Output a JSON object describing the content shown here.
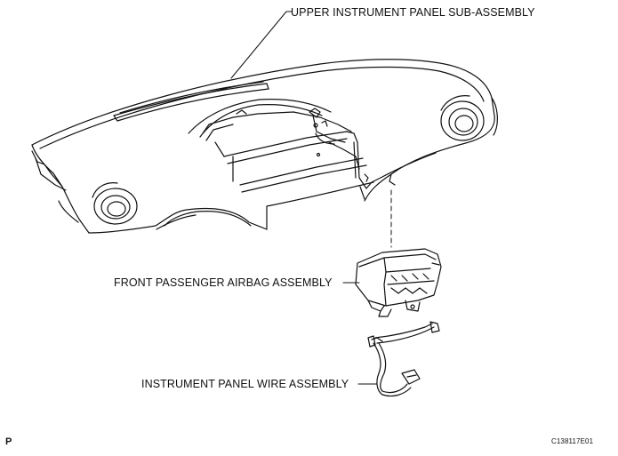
{
  "diagram": {
    "labels": {
      "upper_panel": "UPPER INSTRUMENT PANEL SUB-ASSEMBLY",
      "airbag": "FRONT PASSENGER AIRBAG ASSEMBLY",
      "wire": "INSTRUMENT PANEL WIRE ASSEMBLY"
    },
    "page_marker": "P",
    "figure_code": "C138117E01",
    "line_color": "#111111",
    "background": "#ffffff"
  }
}
